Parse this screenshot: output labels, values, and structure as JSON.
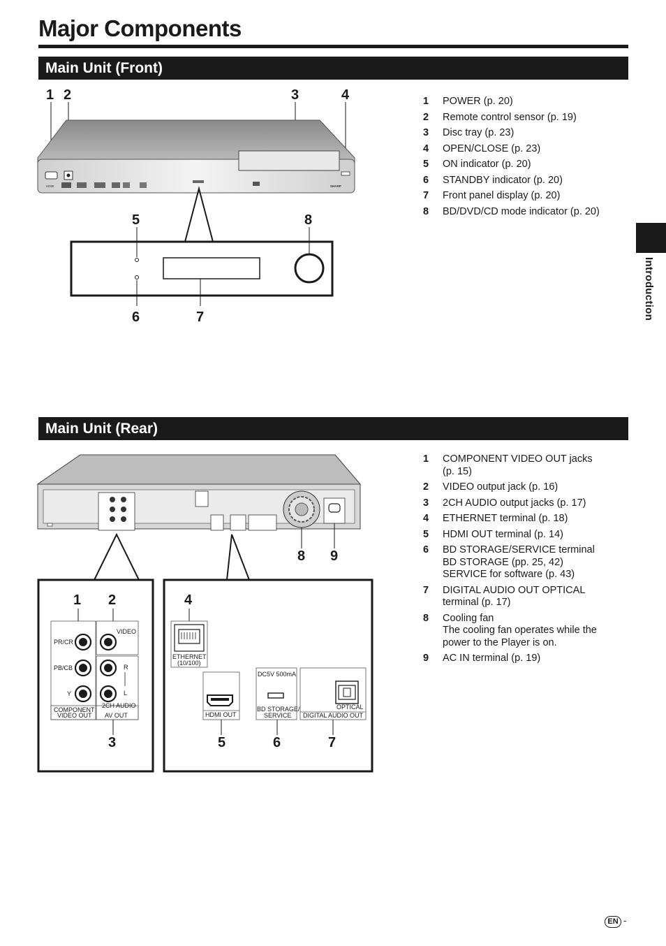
{
  "page": {
    "title": "Major Components",
    "side_label": "Introduction",
    "lang_badge": "EN",
    "page_suffix": "-"
  },
  "front": {
    "heading": "Main Unit (Front)",
    "callouts": [
      "1",
      "2",
      "3",
      "4",
      "5",
      "6",
      "7",
      "8"
    ],
    "items": [
      {
        "num": "1",
        "text": "POWER (p. 20)"
      },
      {
        "num": "2",
        "text": "Remote control sensor (p. 19)"
      },
      {
        "num": "3",
        "text": "Disc tray (p. 23)"
      },
      {
        "num": "4",
        "text": "OPEN/CLOSE (p. 23)"
      },
      {
        "num": "5",
        "text": "ON indicator (p. 20)"
      },
      {
        "num": "6",
        "text": "STANDBY indicator (p. 20)"
      },
      {
        "num": "7",
        "text": "Front panel display (p. 20)"
      },
      {
        "num": "8",
        "text": "BD/DVD/CD mode indicator (p. 20)"
      }
    ],
    "panel_labels": {
      "hdmi": "HDMI",
      "sharp": "SHARP",
      "open_close": "OPEN/CLOSE"
    }
  },
  "rear": {
    "heading": "Main Unit (Rear)",
    "callouts": [
      "1",
      "2",
      "3",
      "4",
      "5",
      "6",
      "7",
      "8",
      "9"
    ],
    "items": [
      {
        "num": "1",
        "text": "COMPONENT VIDEO OUT jacks\n(p. 15)"
      },
      {
        "num": "2",
        "text": "VIDEO output jack (p. 16)"
      },
      {
        "num": "3",
        "text": "2CH AUDIO output jacks (p. 17)"
      },
      {
        "num": "4",
        "text": "ETHERNET terminal (p. 18)"
      },
      {
        "num": "5",
        "text": "HDMI OUT terminal (p. 14)"
      },
      {
        "num": "6",
        "text": "BD STORAGE/SERVICE terminal\nBD STORAGE (pp. 25, 42)\nSERVICE for software (p. 43)"
      },
      {
        "num": "7",
        "text": "DIGITAL AUDIO OUT OPTICAL\nterminal (p. 17)"
      },
      {
        "num": "8",
        "text": "Cooling fan\nThe cooling fan operates while the\npower to the Player is on."
      },
      {
        "num": "9",
        "text": "AC IN terminal (p. 19)"
      }
    ],
    "panel_labels": {
      "pr_cr": "PR/CR",
      "pb_cb": "PB/CB",
      "y": "Y",
      "video": "VIDEO",
      "r": "R",
      "l": "L",
      "component_video_out": "COMPONENT",
      "component_video_out_2": "VIDEO OUT",
      "two_ch_audio": "2CH AUDIO",
      "av_out": "AV OUT",
      "ethernet": "ETHERNET",
      "ethernet_speed": "(10/100)",
      "hdmi_out": "HDMI OUT",
      "dc5v": "DC5V 500mA",
      "bd_storage": "BD STORAGE/",
      "service": "SERVICE",
      "optical": "OPTICAL",
      "digital_audio_out": "DIGITAL AUDIO OUT"
    }
  }
}
